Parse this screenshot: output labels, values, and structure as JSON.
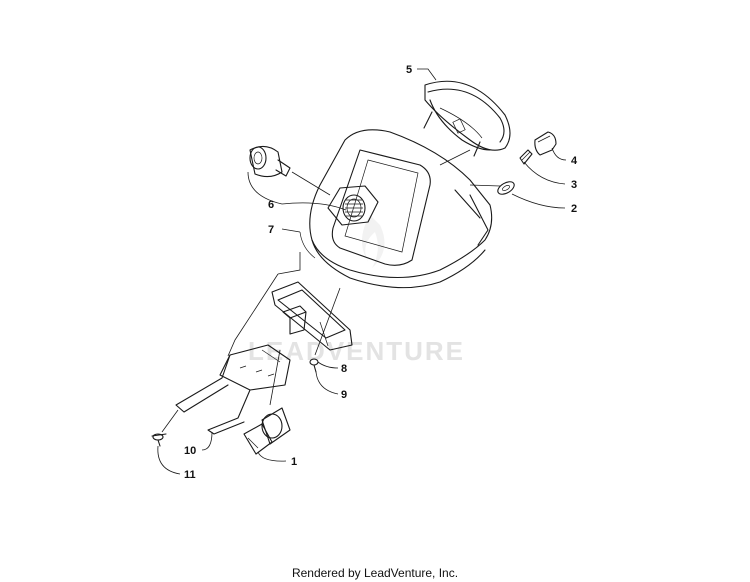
{
  "diagram": {
    "watermark": "LEADVENTURE",
    "callouts": {
      "p1": "1",
      "p2": "2",
      "p3": "3",
      "p4": "4",
      "p5": "5",
      "p6": "6",
      "p7": "7",
      "p8": "8",
      "p9": "9",
      "p10": "10",
      "p11": "11"
    }
  },
  "footer": {
    "text": "Rendered by LeadVenture, Inc."
  }
}
